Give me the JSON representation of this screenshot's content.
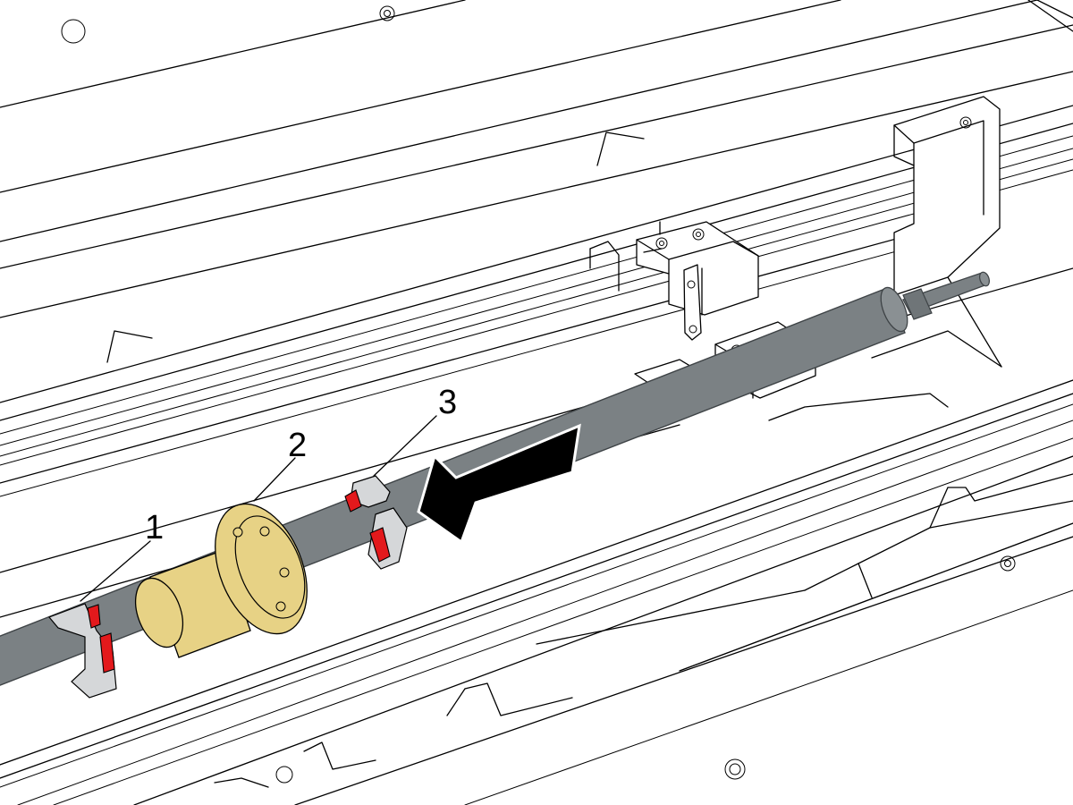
{
  "figure": {
    "callouts": [
      {
        "id": "1",
        "label": "1"
      },
      {
        "id": "2",
        "label": "2"
      },
      {
        "id": "3",
        "label": "3"
      }
    ],
    "arrow_direction": "left-down",
    "colors": {
      "shaft": "#7b8184",
      "shaft_edge": "#3e4346",
      "nut": "#e7d285",
      "clip": "#d5d7d9",
      "clip_accent": "#e3191c",
      "arrow": "#000000",
      "outline": "#000000",
      "background": "#ffffff"
    },
    "icons": [
      "arrow-icon"
    ]
  }
}
